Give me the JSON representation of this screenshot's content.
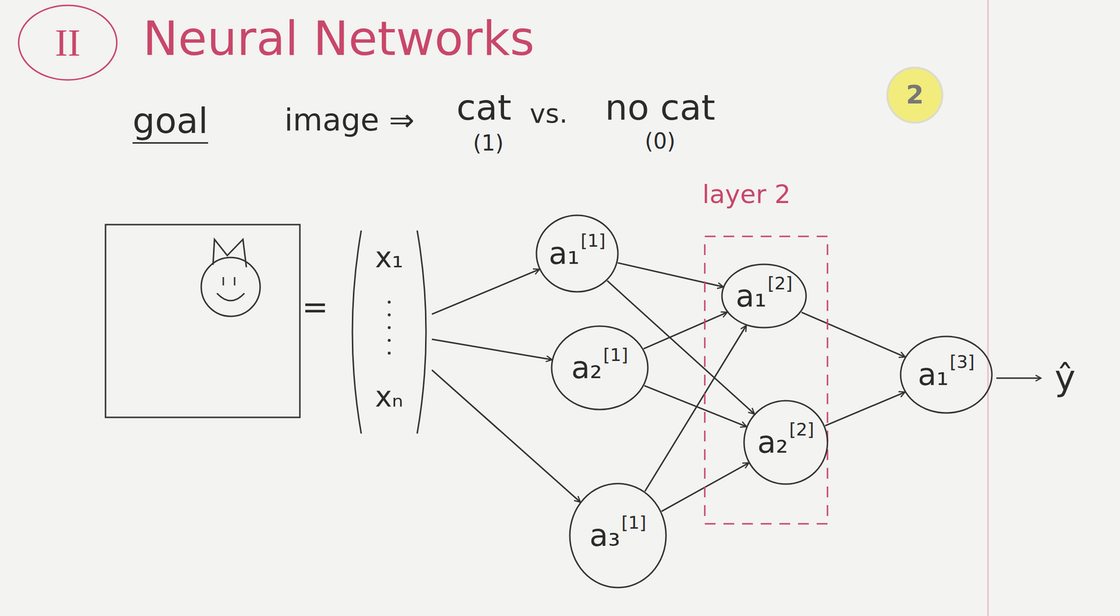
{
  "diagram": {
    "title": "Neural Networks",
    "nodes": [
      {
        "text": [
          "x₁",
          "xₙ"
        ]
      },
      {
        "text": [
          "a₁",
          "[1]"
        ]
      },
      {
        "text": [
          "a₂",
          "[1]"
        ]
      },
      {
        "text": [
          "a₃",
          "[1]"
        ]
      },
      {
        "text": [
          "layer 2"
        ]
      },
      {
        "text": [
          "a₁",
          "[2]"
        ],
        "in": 4
      },
      {
        "text": [
          "a₂",
          "[2]"
        ],
        "in": 4
      },
      {
        "text": [
          "a₁",
          "[3]"
        ]
      }
    ],
    "edges": [
      {
        "from": 0,
        "to": 1,
        "arrow": "to"
      },
      {
        "from": 0,
        "to": 2,
        "arrow": "to"
      },
      {
        "from": 0,
        "to": 3,
        "arrow": "to"
      },
      {
        "from": 1,
        "to": 5,
        "arrow": "to"
      },
      {
        "from": 1,
        "to": 6,
        "arrow": "to"
      },
      {
        "from": 2,
        "to": 5,
        "arrow": "to"
      },
      {
        "from": 2,
        "to": 6,
        "arrow": "to"
      },
      {
        "from": 3,
        "to": 5,
        "arrow": "to"
      },
      {
        "from": 3,
        "to": 6,
        "arrow": "to"
      },
      {
        "from": 5,
        "to": 7,
        "arrow": "to"
      },
      {
        "from": 6,
        "to": 7,
        "arrow": "to"
      }
    ],
    "labels": [
      "II",
      "goal",
      "image ⇒",
      "cat",
      "vs.",
      "no cat",
      "(1)",
      "(0)",
      "2",
      "=",
      "ŷ"
    ]
  }
}
